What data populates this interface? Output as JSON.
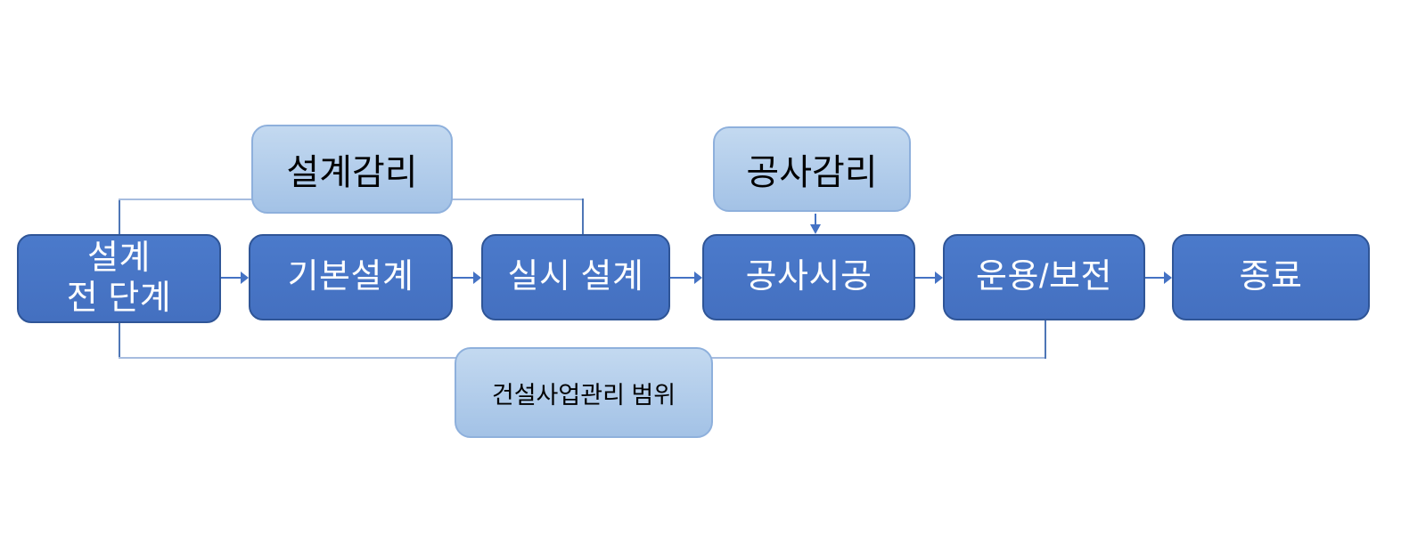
{
  "diagram": {
    "type": "flowchart",
    "background": "#FFFFFF",
    "stages": [
      {
        "label": "설계\n전 단계"
      },
      {
        "label": "기본설계"
      },
      {
        "label": "실시 설계"
      },
      {
        "label": "공사시공"
      },
      {
        "label": "운용/보전"
      },
      {
        "label": "종료"
      }
    ],
    "annotations": {
      "design_supervision": "설계감리",
      "construction_supervision": "공사감리",
      "cm_scope": "건설사업관리 범위"
    },
    "colors": {
      "stage_fill": "#4573C6",
      "stage_border": "#2F5597",
      "stage_text": "#FFFFFF",
      "annotation_fill_top": "#C3D9F0",
      "annotation_fill_bottom": "#A3C2E6",
      "annotation_border": "#8EB0DC",
      "annotation_text": "#000000",
      "connector_horizontal": "#A6BCDF",
      "connector_vertical": "#4E76B6",
      "arrow": "#4472C4"
    }
  }
}
